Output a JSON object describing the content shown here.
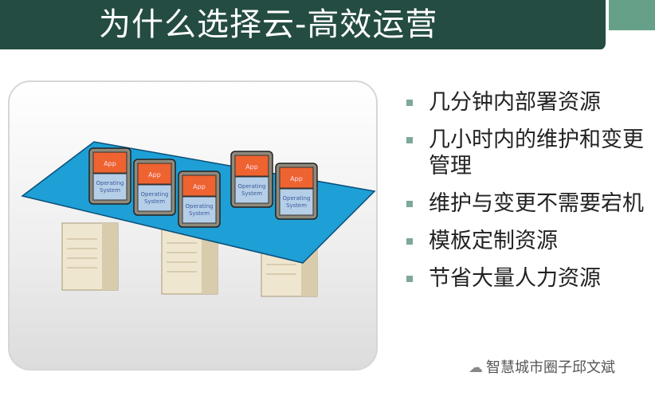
{
  "title": "为什么选择云-高效运营",
  "diagram": {
    "card_app": "App",
    "card_os": "Operating System",
    "colors": {
      "platform": "#1e9fd6",
      "app": "#ee6330",
      "os": "#b6cfe8"
    }
  },
  "bullets": [
    "几分钟内部署资源",
    "几小时内的维护和变更管理",
    "维护与变更不需要宕机",
    "模板定制资源",
    "节省大量人力资源"
  ],
  "watermark": "智慧城市圈子邱文斌",
  "colors": {
    "header": "#244c42",
    "accent": "#67a088"
  }
}
